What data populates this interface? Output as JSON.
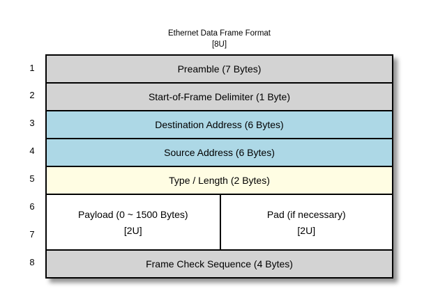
{
  "title": "Ethernet Data Frame Format",
  "subtitle": "[8U]",
  "colors": {
    "background": "#ffffff",
    "border": "#000000",
    "text": "#000000",
    "gray_band": "#d3d3d3",
    "blue_band": "#add8e6",
    "yellow_band": "#fffde3",
    "white_band": "#ffffff"
  },
  "gutter": {
    "numbers": [
      "1",
      "2",
      "3",
      "4",
      "5",
      "6",
      "7",
      "8"
    ]
  },
  "frame": {
    "rows": [
      {
        "label": "Preamble (7 Bytes)",
        "color": "#d3d3d3"
      },
      {
        "label": "Start-of-Frame Delimiter (1 Byte)",
        "color": "#d3d3d3"
      },
      {
        "label": "Destination Address (6 Bytes)",
        "color": "#add8e6"
      },
      {
        "label": "Source Address (6 Bytes)",
        "color": "#add8e6"
      },
      {
        "label": "Type / Length (2 Bytes)",
        "color": "#fffde3"
      },
      {
        "label": "",
        "color": "#ffffff"
      },
      {
        "label": "Frame Check Sequence (4 Bytes)",
        "color": "#d3d3d3"
      }
    ],
    "payload_cell": {
      "label": "Payload (0 ~ 1500 Bytes)",
      "sublabel": "[2U]"
    },
    "pad_cell": {
      "label": "Pad (if necessary)",
      "sublabel": "[2U]"
    }
  }
}
